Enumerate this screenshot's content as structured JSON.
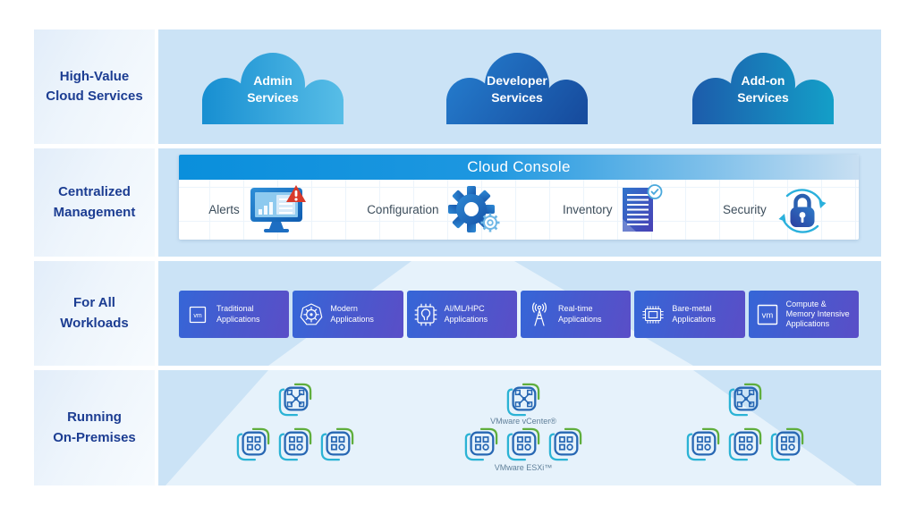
{
  "colors": {
    "row_background": "#cbe3f6",
    "sidebar_text": "#1c3d92",
    "console_header_blue": "#0a8fdc",
    "workload_box_gradient": [
      "#3566d7",
      "#5a4ec7"
    ],
    "cloud_admin_gradient": [
      "#118acf",
      "#5ec2e9"
    ],
    "cloud_developer_gradient": [
      "#2377c8",
      "#174d9f"
    ],
    "cloud_addon_gradient": [
      "#1d55a8",
      "#13a6cb"
    ],
    "vmware_green": "#5fae3c",
    "vmware_cyan": "#2bb3d5",
    "vmware_blue": "#2767b3",
    "alert_red": "#d93a2b"
  },
  "sidebar": {
    "rows": [
      {
        "line1": "High-Value",
        "line2": "Cloud Services"
      },
      {
        "line1": "Centralized",
        "line2": "Management"
      },
      {
        "line1": "For All",
        "line2": "Workloads"
      },
      {
        "line1": "Running",
        "line2": "On-Premises"
      }
    ]
  },
  "clouds": [
    {
      "line1": "Admin",
      "line2": "Services"
    },
    {
      "line1": "Developer",
      "line2": "Services"
    },
    {
      "line1": "Add-on",
      "line2": "Services"
    }
  ],
  "console": {
    "title": "Cloud Console",
    "items": [
      {
        "label": "Alerts",
        "icon": "monitor-alert-icon"
      },
      {
        "label": "Configuration",
        "icon": "gears-icon"
      },
      {
        "label": "Inventory",
        "icon": "document-check-icon"
      },
      {
        "label": "Security",
        "icon": "lock-sync-icon"
      }
    ]
  },
  "workloads": [
    {
      "label": "Traditional Applications",
      "icon": "vm-box-icon"
    },
    {
      "label": "Modern Applications",
      "icon": "kubernetes-icon"
    },
    {
      "label": "AI/ML/HPC Applications",
      "icon": "chip-head-icon"
    },
    {
      "label": "Real-time Applications",
      "icon": "antenna-icon"
    },
    {
      "label": "Bare-metal Applications",
      "icon": "chip-icon"
    },
    {
      "label": "Compute & Memory Intensive Applications",
      "icon": "vm-box-icon"
    }
  ],
  "onprem": {
    "vcenter_label": "VMware vCenter®",
    "esxi_label": "VMware ESXi™"
  },
  "icons": {
    "vm_label": "vm"
  }
}
